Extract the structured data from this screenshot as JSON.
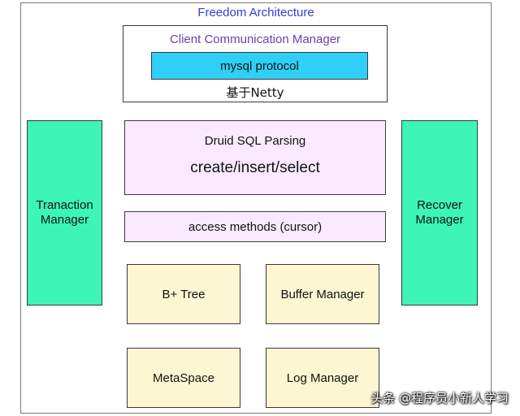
{
  "diagram": {
    "title": "Freedom Architecture",
    "client": {
      "title": "Client Communication Manager",
      "protocol": "mysql protocol",
      "based_on": "基于Netty"
    },
    "transaction_manager": "Tranaction\nManager",
    "recover_manager": "Recover\nManager",
    "parsing": {
      "title": "Druid SQL Parsing",
      "statements": "create/insert/select"
    },
    "access_methods": "access methods (cursor)",
    "components": {
      "bplus_tree": "B+ Tree",
      "buffer_manager": "Buffer Manager",
      "metaspace": "MetaSpace",
      "log_manager": "Log Manager"
    },
    "colors": {
      "title": "#2f3fd6",
      "client_title": "#6b3fb0",
      "protocol_fill": "#2fd0f7",
      "side_manager_fill": "#3cf5b6",
      "parsing_fill": "#fbeaff",
      "storage_fill": "#fcf6d2"
    }
  },
  "watermark": "头条 @程序员小新人学习"
}
